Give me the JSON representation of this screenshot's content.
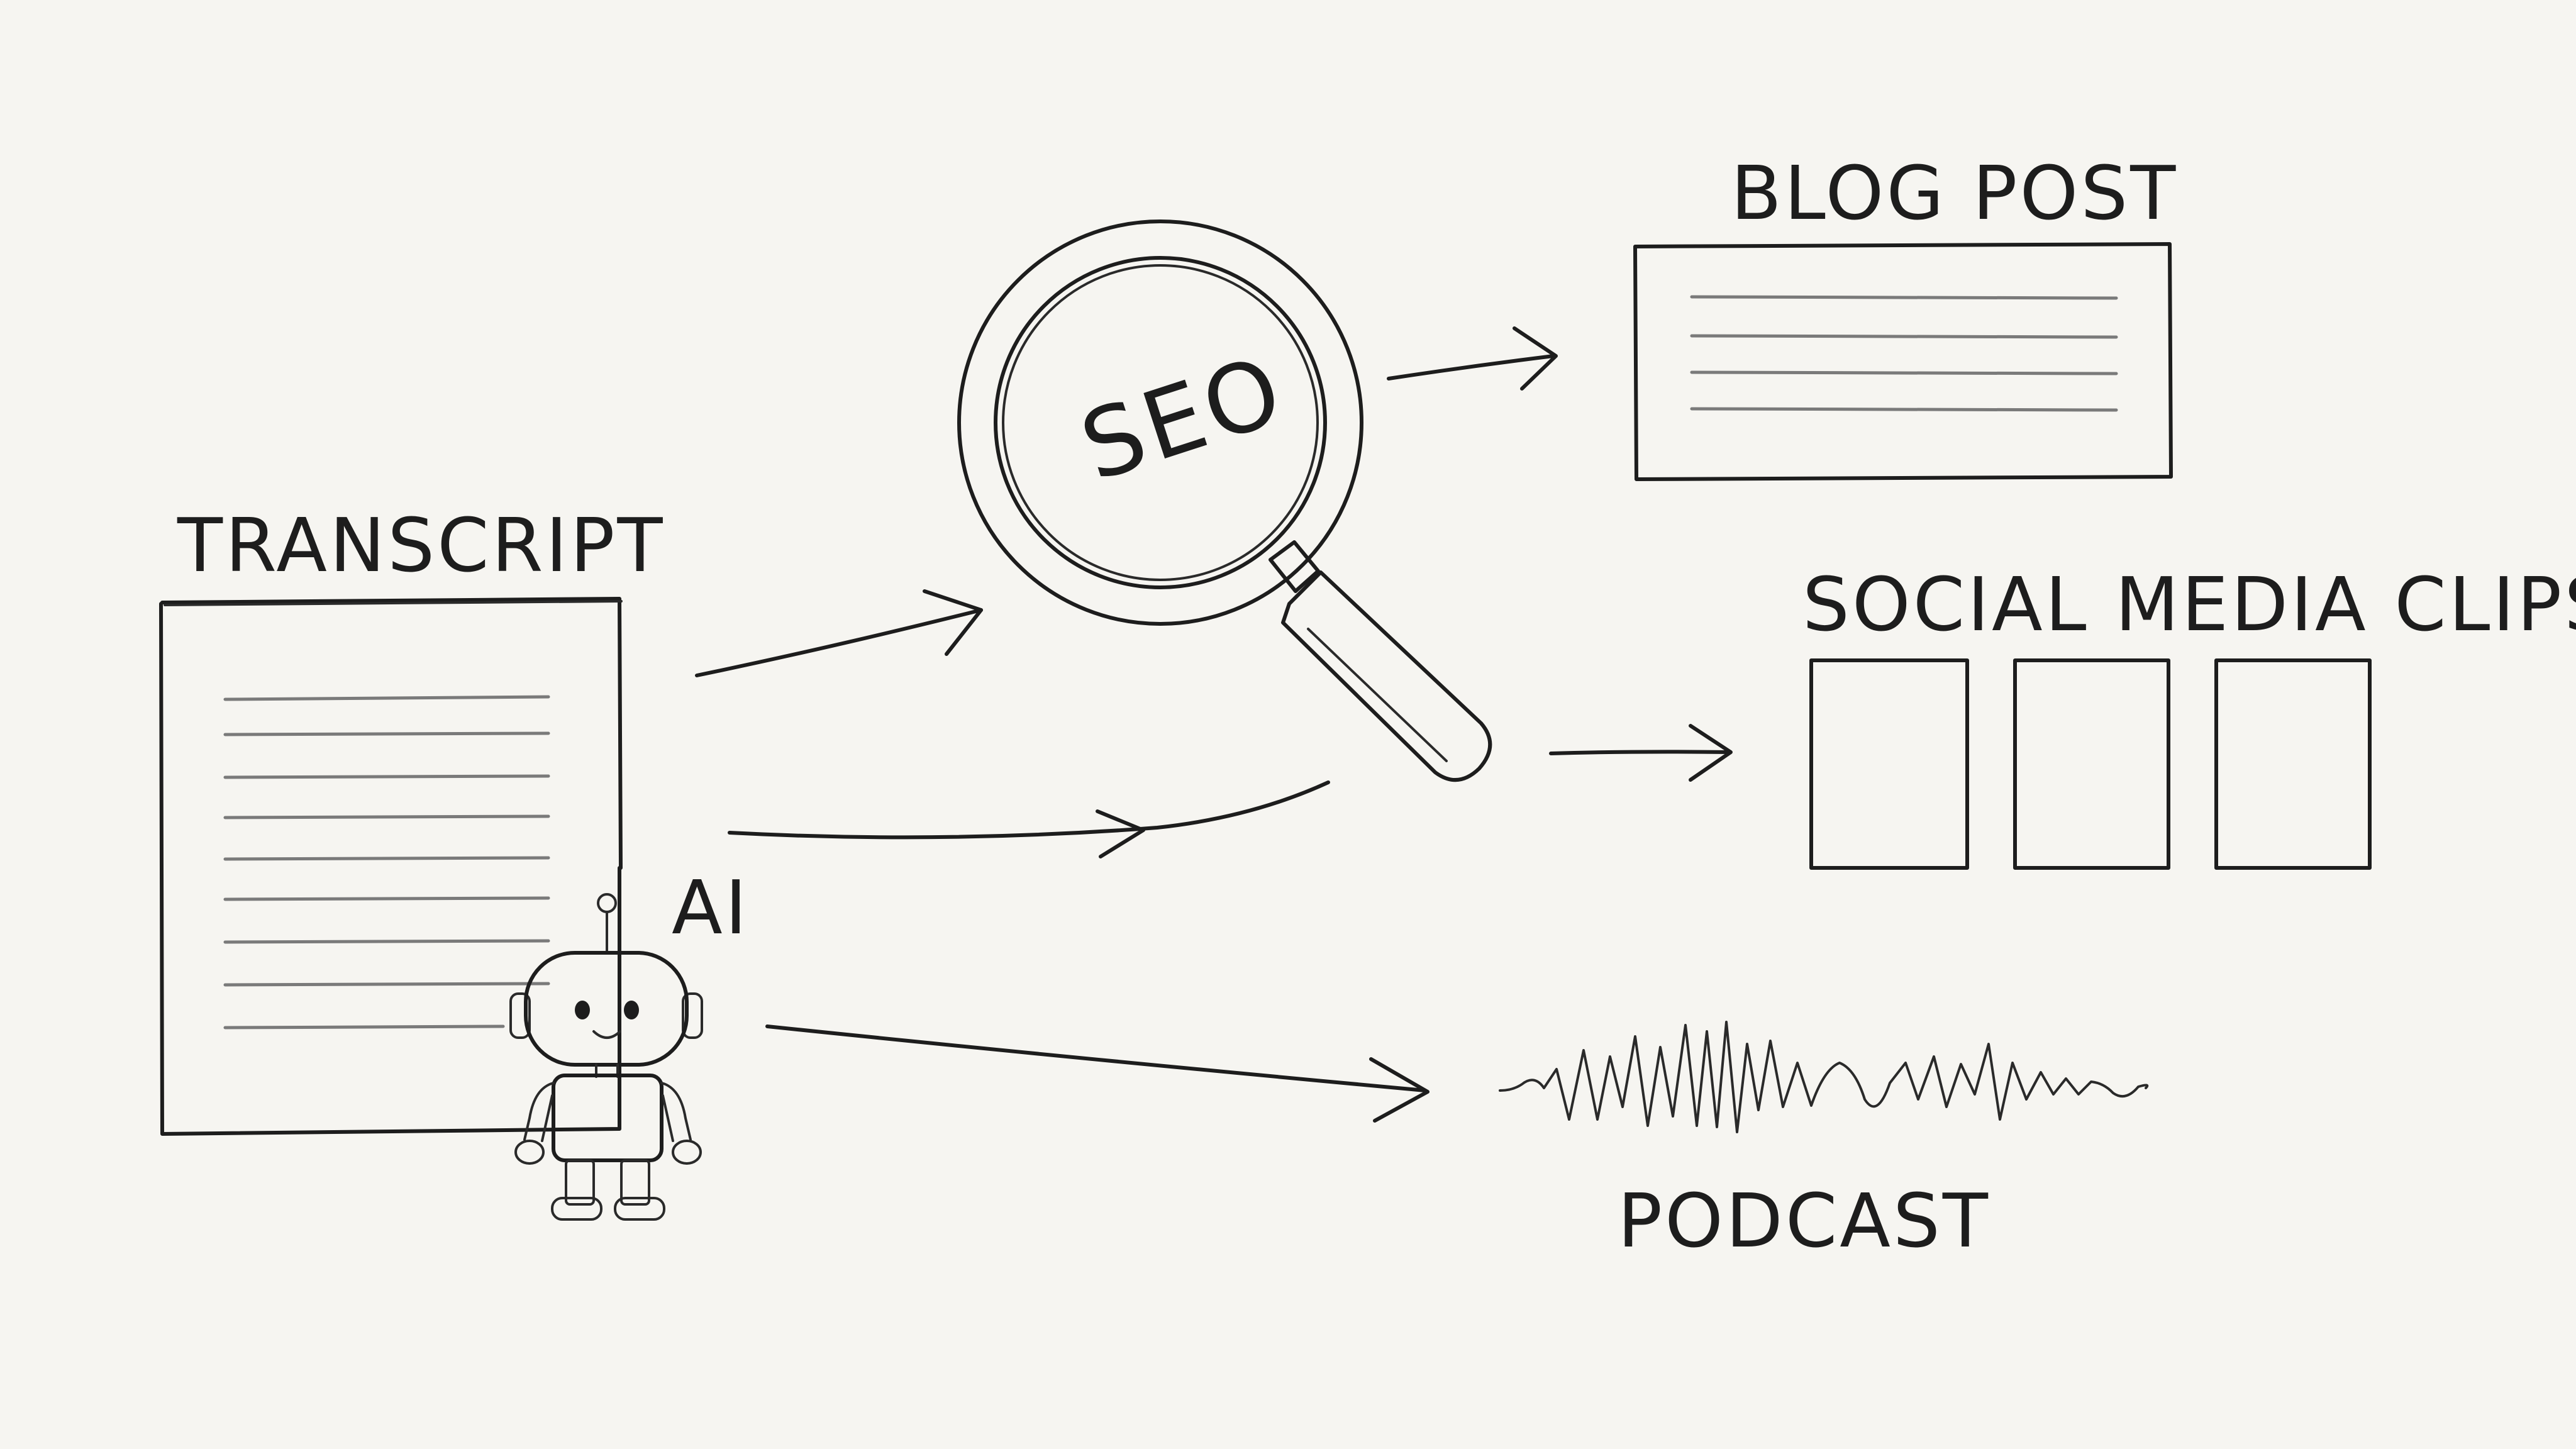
{
  "nodes": {
    "transcript": {
      "label": "TRANSCRIPT"
    },
    "ai": {
      "label": "AI"
    },
    "seo": {
      "label": "SEO"
    },
    "blog_post": {
      "label": "BLOG POST"
    },
    "social_media_clips": {
      "label": "SOCIAL MEDIA CLIPS"
    },
    "podcast": {
      "label": "PODCAST"
    }
  },
  "edges": [
    {
      "from": "transcript",
      "to": "seo"
    },
    {
      "from": "transcript",
      "to": "seo"
    },
    {
      "from": "seo",
      "to": "blog_post"
    },
    {
      "from": "seo",
      "to": "social_media_clips"
    },
    {
      "from": "ai",
      "to": "podcast"
    }
  ],
  "colors": {
    "background": "#f6f5f1",
    "ink": "#1d1d1d",
    "rule_lines": "#7a7a7a",
    "robot_fill": "#ffffff"
  },
  "icons": {
    "magnifier": "magnifying-glass-icon",
    "robot": "robot-icon",
    "waveform": "audio-waveform-icon"
  }
}
